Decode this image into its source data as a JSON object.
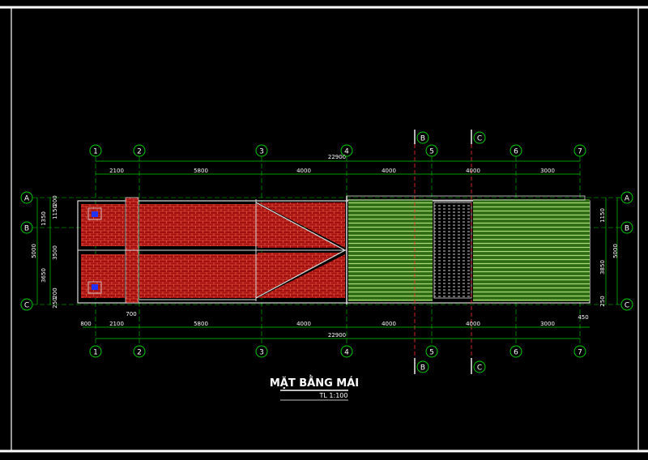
{
  "drawing": {
    "title": "MẶT BẰNG MÁI",
    "scale": "TL 1:100"
  },
  "grid": {
    "columns": [
      "1",
      "2",
      "3",
      "4",
      "5",
      "6",
      "7"
    ],
    "rows": [
      "A",
      "B",
      "C"
    ],
    "sections": [
      "B",
      "C"
    ]
  },
  "dimensions": {
    "top_total": "22900",
    "top_spans": [
      "2100",
      "5800",
      "4000",
      "4000",
      "4000",
      "3000"
    ],
    "bottom_total": "22900",
    "bottom_overhang_left": "800",
    "bottom_spans": [
      "2100",
      "5800",
      "4000",
      "4000",
      "4000",
      "3000"
    ],
    "bottom_overhang_right": "450",
    "inner_offset": "700",
    "left_outer": "5000",
    "left_mid_1": "3650",
    "left_mid_2": "3500",
    "left_small_1": "1350",
    "left_small_2": "1150",
    "left_small_3": "200",
    "left_small_4": "200",
    "left_small_5": "250",
    "right_outer": "5000",
    "right_top": "1150",
    "right_mid": "3850",
    "right_small": "250"
  },
  "colors": {
    "background": "#000000",
    "grid_green": "#00cc00",
    "white": "#ffffff",
    "tile_red": "#a01010",
    "tile_line": "#ff6a4a",
    "deck_green": "#3a7d1a",
    "deck_line": "#b8e08a",
    "section_red": "#ff3030",
    "marker_blue": "#2233ff"
  }
}
